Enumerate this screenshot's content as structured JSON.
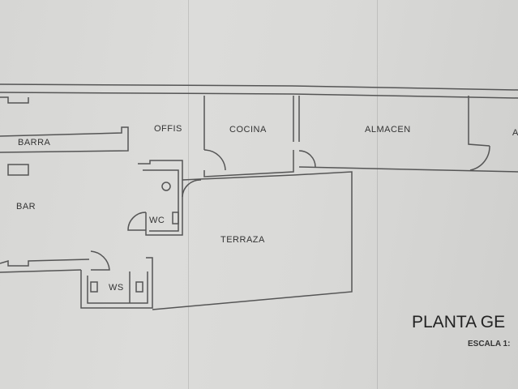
{
  "rooms": {
    "barra": "BARRA",
    "offis": "OFFIS",
    "cocina": "COCINA",
    "almacen": "ALMACEN",
    "partial_room": "A",
    "bar": "BAR",
    "wc": "WC",
    "terraza": "TERRAZA",
    "ws": "WS"
  },
  "title": "PLANTA GE",
  "scale": "ESCALA 1:"
}
